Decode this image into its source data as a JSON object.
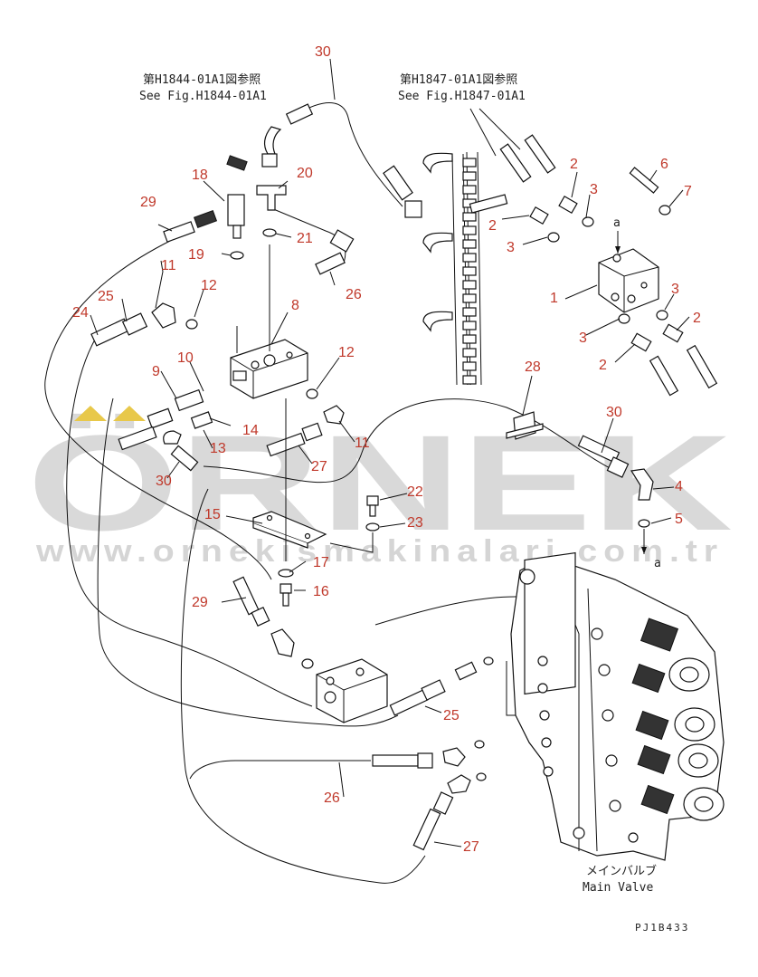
{
  "watermark": {
    "brand": "ÖRNEK",
    "url": "www.ornekismakinalari.com.tr"
  },
  "references": {
    "left_jp": "第H1844-01A1図参照",
    "left_en": "See Fig.H1844-01A1",
    "right_jp": "第H1847-01A1図参照",
    "right_en": "See Fig.H1847-01A1"
  },
  "main_valve": {
    "jp": "メインバルブ",
    "en": "Main Valve"
  },
  "drawing_code": "PJ1B433",
  "callouts": [
    "30",
    "18",
    "20",
    "29",
    "21",
    "19",
    "11",
    "26",
    "25",
    "12",
    "24",
    "8",
    "10",
    "9",
    "12",
    "14",
    "13",
    "11",
    "30",
    "27",
    "22",
    "15",
    "23",
    "17",
    "16",
    "29",
    "25",
    "26",
    "27",
    "2",
    "6",
    "3",
    "7",
    "2",
    "3",
    "1",
    "3",
    "2",
    "3",
    "2",
    "28",
    "30",
    "4",
    "5"
  ],
  "view_marks": [
    "a",
    "a"
  ],
  "colors": {
    "callout": "#c0392b",
    "ink": "#111111",
    "watermark": "#d9d9d9",
    "watermark_accent": "#e8c84a"
  }
}
